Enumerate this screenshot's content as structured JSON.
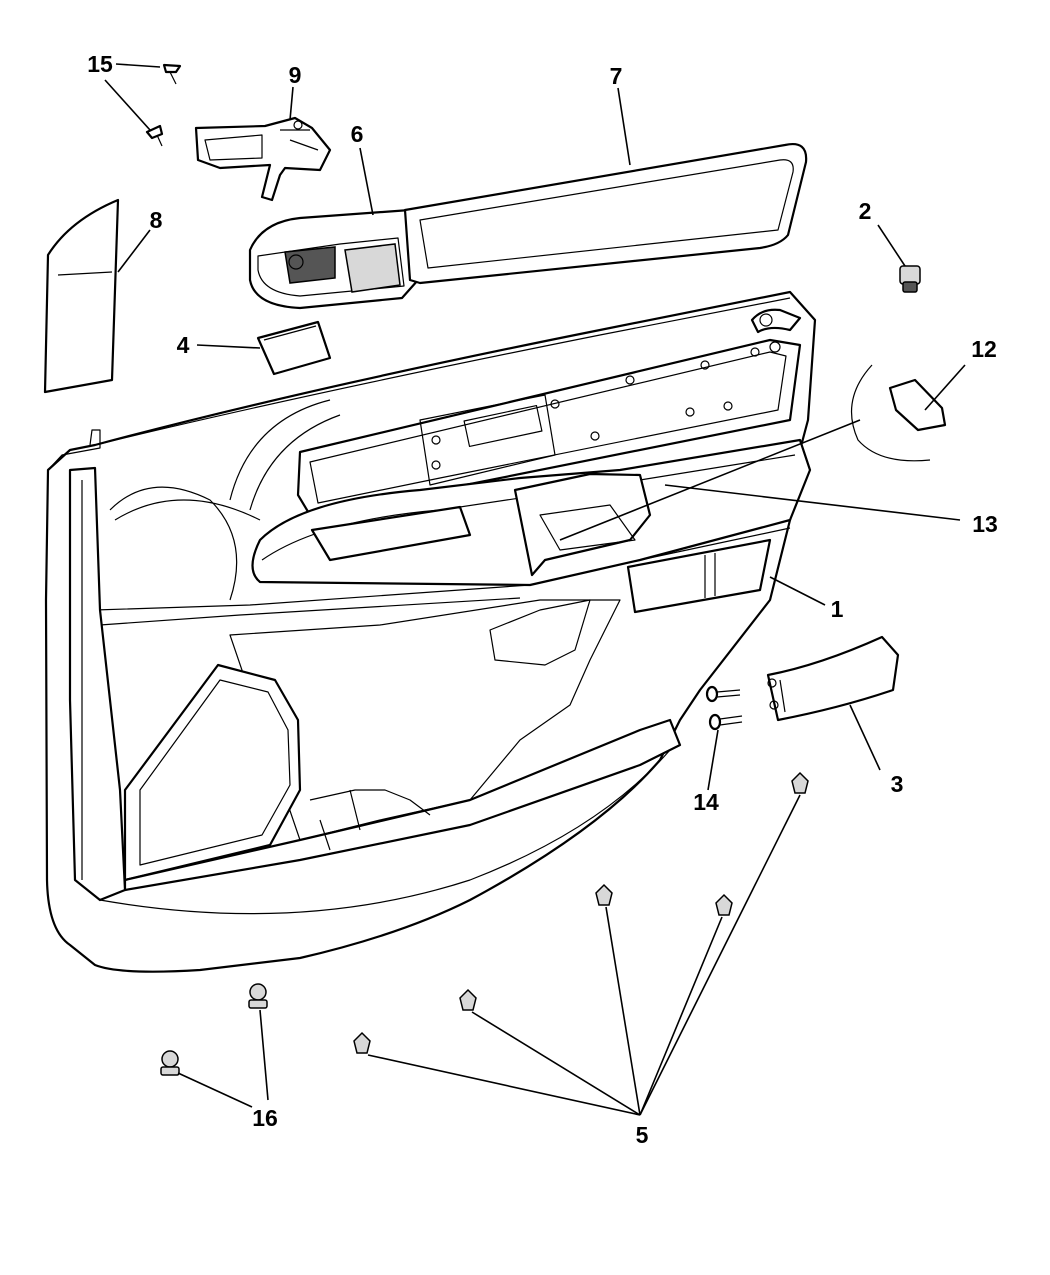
{
  "diagram": {
    "callouts": [
      {
        "id": "1",
        "label": "1"
      },
      {
        "id": "2",
        "label": "2"
      },
      {
        "id": "3",
        "label": "3"
      },
      {
        "id": "4",
        "label": "4"
      },
      {
        "id": "5",
        "label": "5"
      },
      {
        "id": "6",
        "label": "6"
      },
      {
        "id": "7",
        "label": "7"
      },
      {
        "id": "8",
        "label": "8"
      },
      {
        "id": "9",
        "label": "9"
      },
      {
        "id": "12",
        "label": "12"
      },
      {
        "id": "13",
        "label": "13"
      },
      {
        "id": "14",
        "label": "14"
      },
      {
        "id": "15",
        "label": "15"
      },
      {
        "id": "16",
        "label": "16"
      }
    ]
  }
}
